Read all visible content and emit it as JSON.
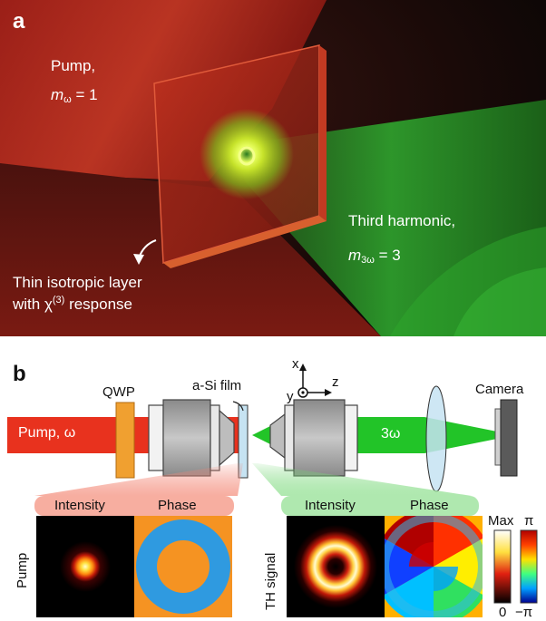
{
  "panel_a": {
    "letter": "a",
    "pump_label": "Pump,",
    "pump_m": "m",
    "pump_m_sub": "ω",
    "pump_m_value": " = 1",
    "th_label": "Third harmonic,",
    "th_m": "m",
    "th_m_sub": "3ω",
    "th_m_value": " = 3",
    "layer_line1": "Thin isotropic layer",
    "layer_line2_pre": "with χ",
    "layer_line2_sup": "(3)",
    "layer_line2_post": " response"
  },
  "panel_b": {
    "letter": "b",
    "qwp": "QWP",
    "film": "a-Si film",
    "camera": "Camera",
    "pump": "Pump, ω",
    "third": "3ω",
    "axis_x": "x",
    "axis_y": "y",
    "axis_z": "z",
    "intensity_left": "Intensity",
    "phase_left": "Phase",
    "intensity_right": "Intensity",
    "phase_right": "Phase",
    "row_pump": "Pump",
    "row_th": "TH signal",
    "scale_max": "Max",
    "scale_zero": "0",
    "scale_pi": "π",
    "scale_mpi": "−π"
  },
  "colors": {
    "pump_red": "#e8321e",
    "qwp_orange": "#f0a030",
    "th_green": "#22c428",
    "phase_orange": "#f59322",
    "phase_blue": "#2f9ae0"
  }
}
